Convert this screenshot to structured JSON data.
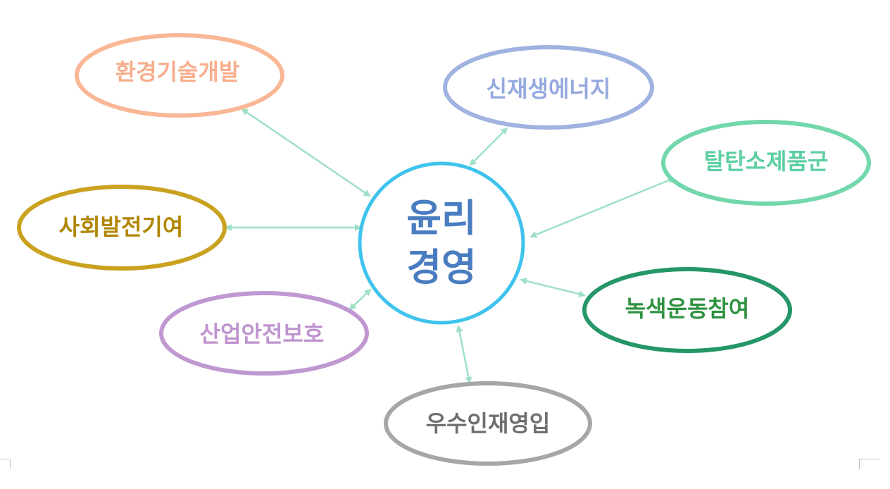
{
  "center": {
    "line1": "윤리",
    "line2": "경영",
    "color": "#4a7dc0",
    "border": "#3ec3ec"
  },
  "nodes": [
    {
      "id": "env-tech",
      "label": "환경기술개발",
      "text_color": "#f7ae8c",
      "border": "#f9b796"
    },
    {
      "id": "renewable",
      "label": "신재생에너지",
      "text_color": "#95a9de",
      "border": "#9fb2e0"
    },
    {
      "id": "decarbon",
      "label": "탈탄소제품군",
      "text_color": "#5ccfa2",
      "border": "#72d7ab"
    },
    {
      "id": "green-movement",
      "label": "녹색운동참여",
      "text_color": "#2f9141",
      "border": "#249667"
    },
    {
      "id": "talent",
      "label": "우수인재영입",
      "text_color": "#6f6f6f",
      "border": "#a6a6a6"
    },
    {
      "id": "safety",
      "label": "산업안전보호",
      "text_color": "#be93ce",
      "border": "#bf98d1"
    },
    {
      "id": "social",
      "label": "사회발전기여",
      "text_color": "#b08600",
      "border": "#c9a220"
    }
  ],
  "connector_color": "#9fe0c7"
}
